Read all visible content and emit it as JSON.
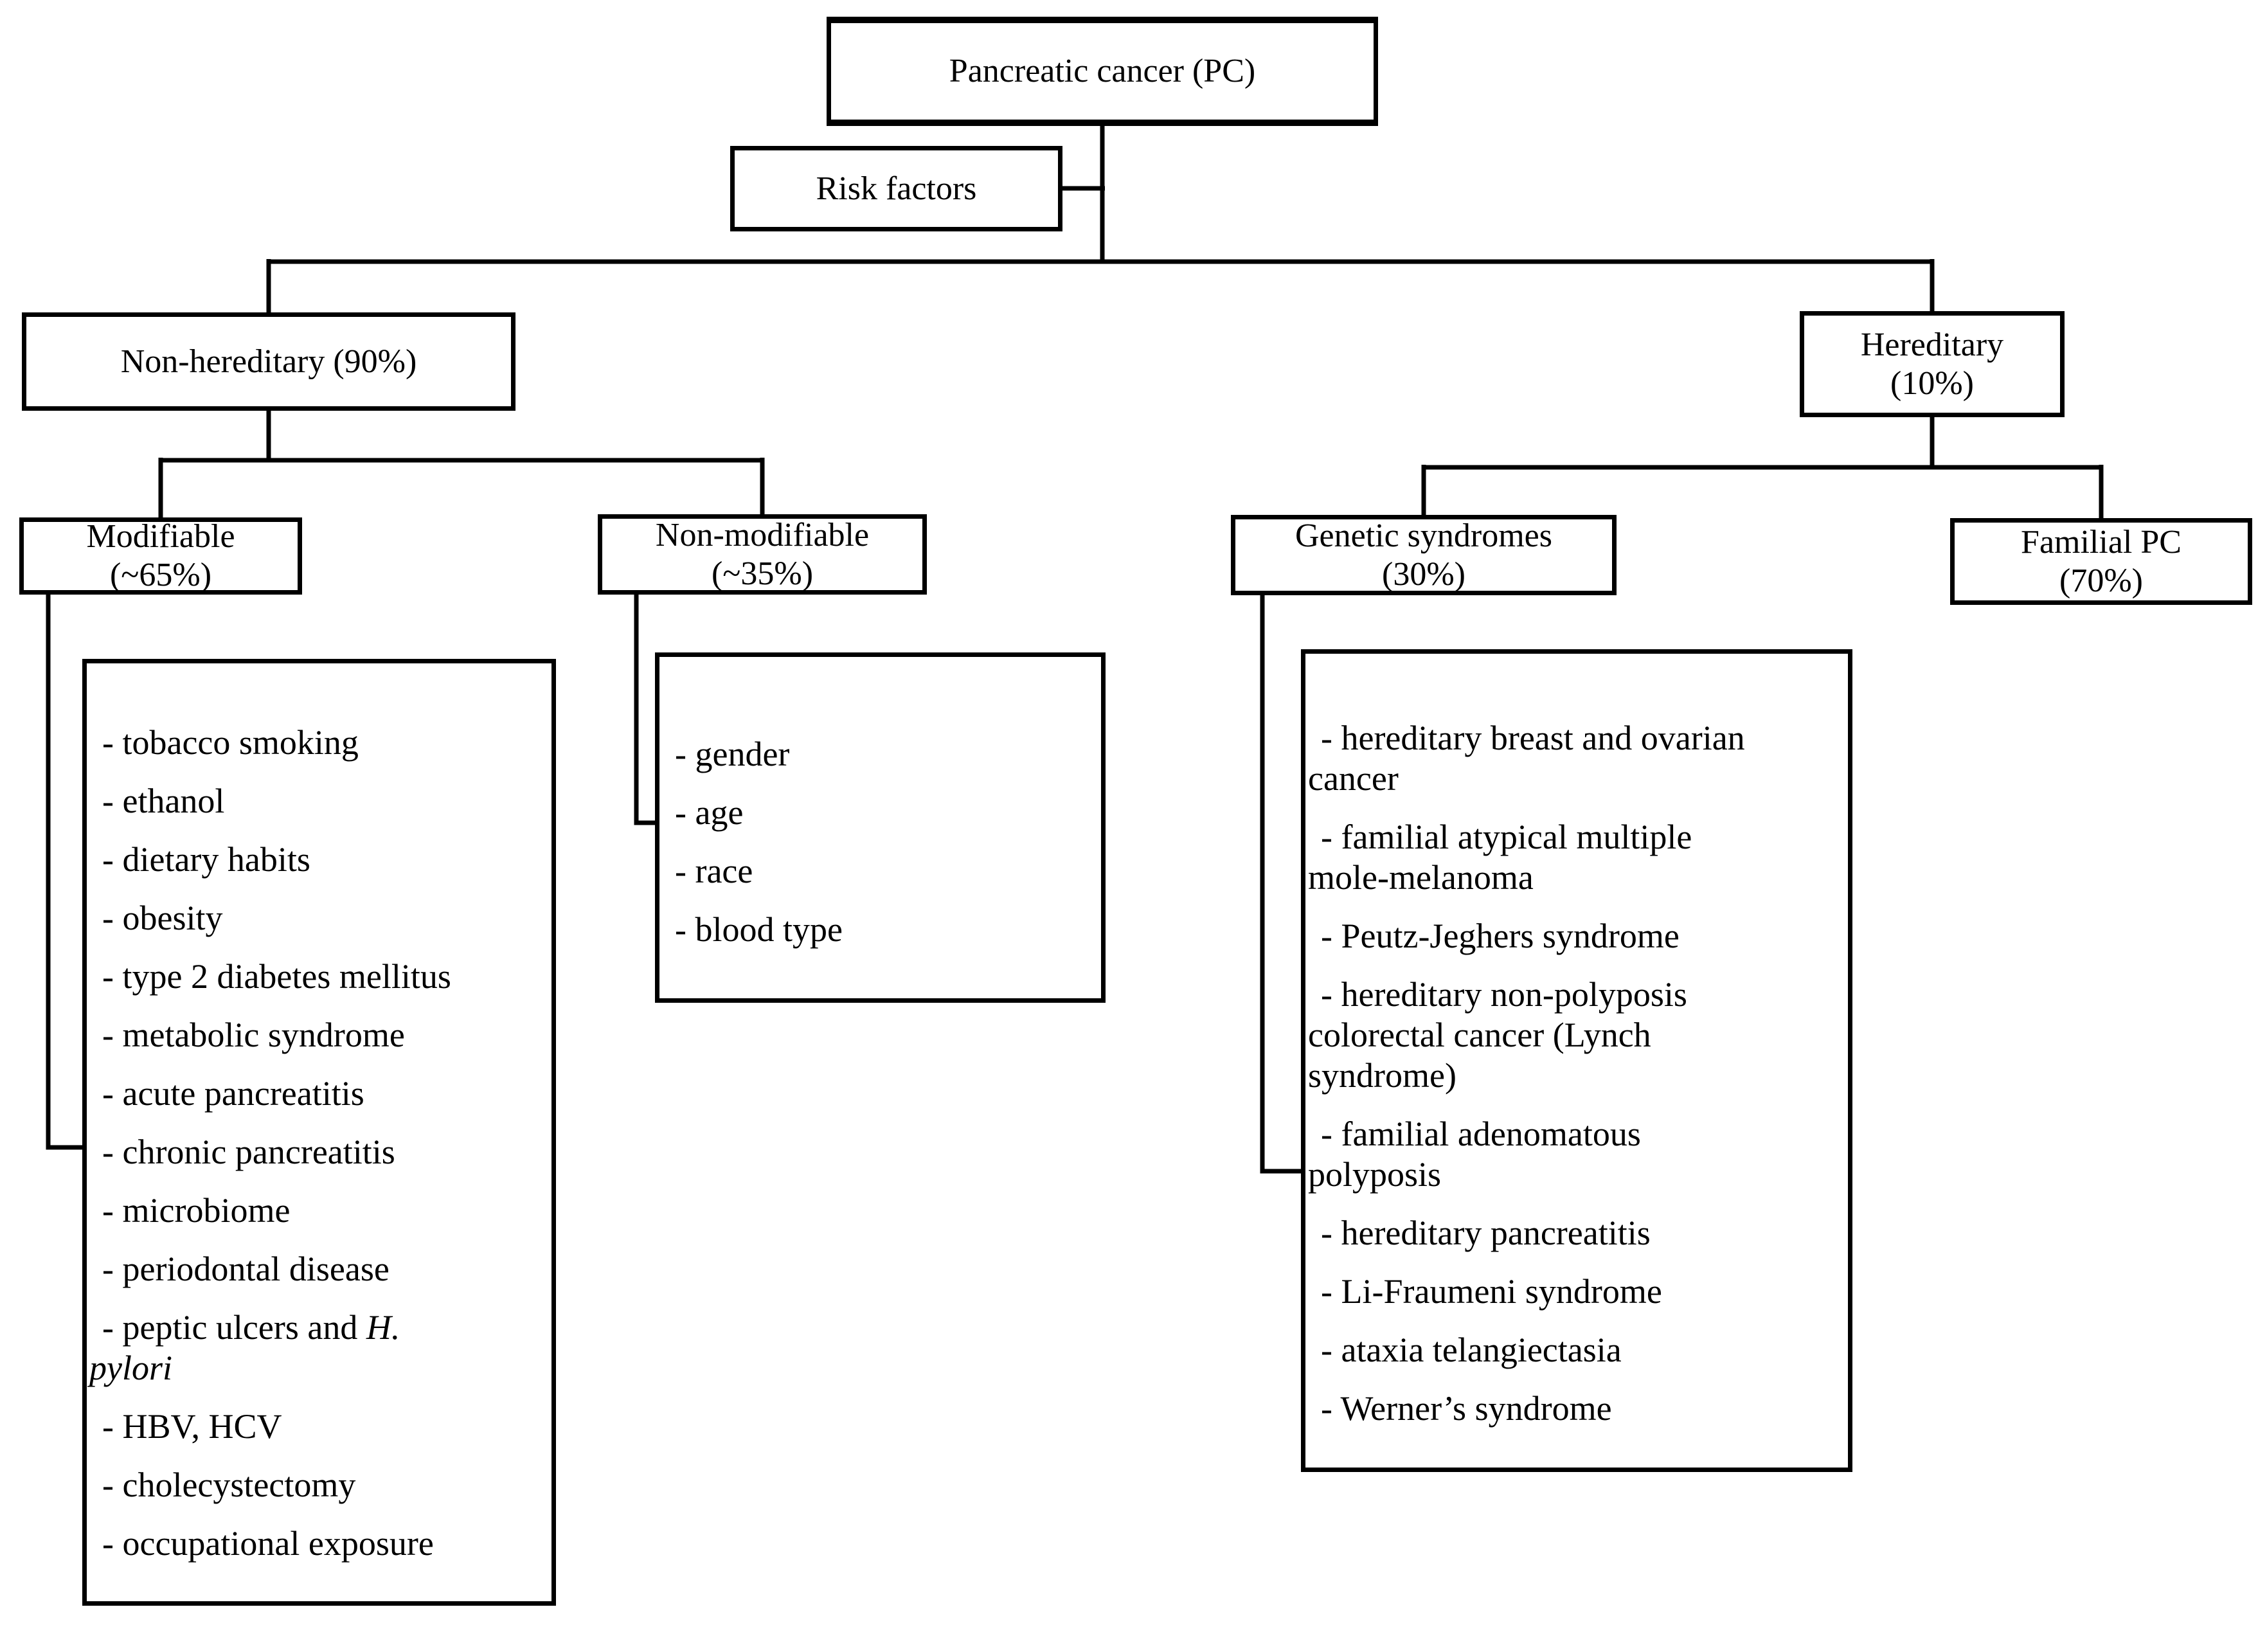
{
  "page": {
    "background_color": "#ffffff",
    "line_color": "#000000",
    "text_color": "#000000"
  },
  "diagram": {
    "root": {
      "label": "Pancreatic cancer (PC)"
    },
    "risk": {
      "label": "Risk factors"
    },
    "non_hereditary": {
      "label": "Non-hereditary (90%)"
    },
    "hereditary": {
      "line1": "Hereditary",
      "line2": "(10%)"
    },
    "modifiable": {
      "line1": "Modifiable",
      "line2": "(~65%)"
    },
    "non_modifiable": {
      "line1": "Non-modifiable",
      "line2": "(~35%)"
    },
    "genetic_syndromes": {
      "line1": "Genetic syndromes",
      "line2": "(30%)"
    },
    "familial_pc": {
      "line1": "Familial PC",
      "line2": "(70%)"
    },
    "modifiable_factors": [
      [
        "- tobacco smoking"
      ],
      [
        "- ethanol"
      ],
      [
        "- dietary habits"
      ],
      [
        "- obesity"
      ],
      [
        "- type 2 diabetes mellitus"
      ],
      [
        "- metabolic syndrome"
      ],
      [
        "- acute pancreatitis"
      ],
      [
        "- chronic pancreatitis"
      ],
      [
        "- microbiome"
      ],
      [
        "- periodontal disease"
      ],
      [
        "- peptic ulcers and *H.*",
        "*pylori*"
      ],
      [
        "- HBV, HCV"
      ],
      [
        "- cholecystectomy"
      ],
      [
        "- occupational exposure"
      ]
    ],
    "non_modifiable_factors": [
      [
        "- gender"
      ],
      [
        "- age"
      ],
      [
        "- race"
      ],
      [
        "- blood type"
      ]
    ],
    "genetic_syndrome_items": [
      [
        "- hereditary breast and ovarian",
        "cancer"
      ],
      [
        "- familial atypical multiple",
        "mole-melanoma"
      ],
      [
        "- Peutz-Jeghers syndrome"
      ],
      [
        "- hereditary non-polyposis",
        "colorectal cancer (Lynch",
        "syndrome)"
      ],
      [
        "- familial adenomatous",
        "polyposis"
      ],
      [
        "- hereditary pancreatitis"
      ],
      [
        "- Li-Fraumeni syndrome"
      ],
      [
        "- ataxia telangiectasia"
      ],
      [
        "- Werner’s syndrome"
      ]
    ]
  }
}
